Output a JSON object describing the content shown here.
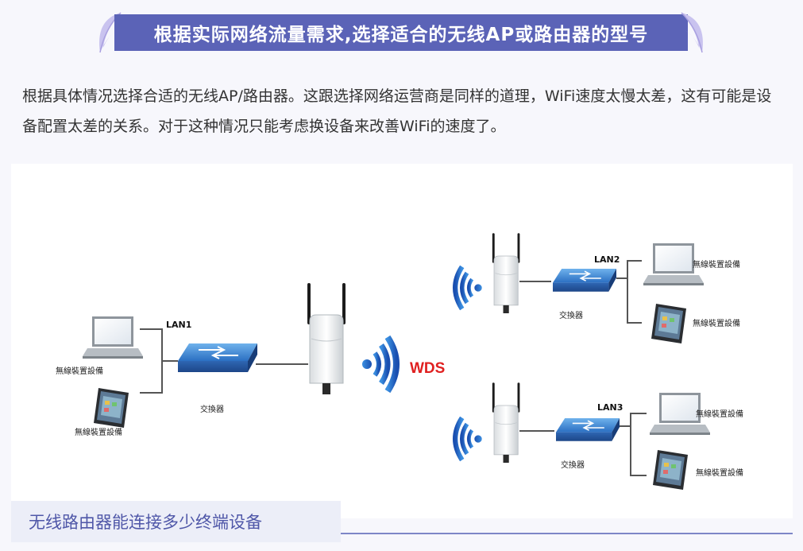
{
  "header": {
    "title": "根据实际网络流量需求,选择适合的无线AP或路由器的型号"
  },
  "intro": {
    "text": "根据具体情况选择合适的无线AP/路由器。这跟选择网络运营商是同样的道理，WiFi速度太慢太差，这有可能是设备配置太差的关系。对于这种情况只能考虑换设备来改善WiFi的速度了。"
  },
  "diagram": {
    "wds_label": "WDS",
    "left_group": {
      "lan_label": "LAN1",
      "switch_label": "交換器",
      "device_labels": [
        "無線裝置設備",
        "無線裝置設備"
      ]
    },
    "top_right_group": {
      "lan_label": "LAN2",
      "switch_label": "交換器",
      "device_labels": [
        "無線裝置設備",
        "無線裝置設備"
      ]
    },
    "bottom_right_group": {
      "lan_label": "LAN3",
      "switch_label": "交換器",
      "device_labels": [
        "無線裝置設備",
        "無線裝置設備"
      ]
    }
  },
  "section": {
    "heading": "无线路由器能连接多少终端设备"
  },
  "colors": {
    "title_bg": "#5b63b7",
    "accent": "#4f57a8",
    "wds": "#e02020"
  },
  "icons": [
    "feather-icon",
    "laptop-icon",
    "tablet-icon",
    "switch-icon",
    "access-point-icon",
    "wifi-signal-icon"
  ]
}
